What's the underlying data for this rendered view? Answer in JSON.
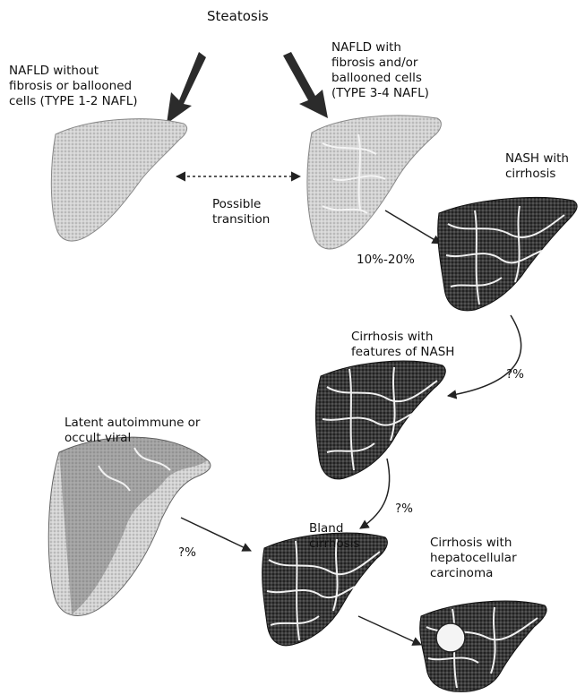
{
  "title": "Steatosis",
  "labels": {
    "nafld_without": "NAFLD without\nfibrosis or ballooned\ncells (TYPE 1-2 NAFL)",
    "nafld_with": "NAFLD with\nfibrosis and/or\nballooned cells\n(TYPE 3-4 NAFL)",
    "nash_cirrhosis": "NASH with\ncirrhosis",
    "possible_transition": "Possible\ntransition",
    "cirrhosis_nash_features": "Cirrhosis with\nfeatures of NASH",
    "latent": "Latent autoimmune or\noccult viral",
    "bland": "Bland\ncirrhosis",
    "hcc": "Cirrhosis with\nhepatocellular\ncarcinoma"
  },
  "percents": {
    "p1": "10%-20%",
    "p2": "?%",
    "p3": "?%",
    "p4": "?%"
  },
  "colors": {
    "liver_light": "#d8d8d8",
    "liver_dark": "#2a2a2a",
    "arrow": "#222222"
  }
}
